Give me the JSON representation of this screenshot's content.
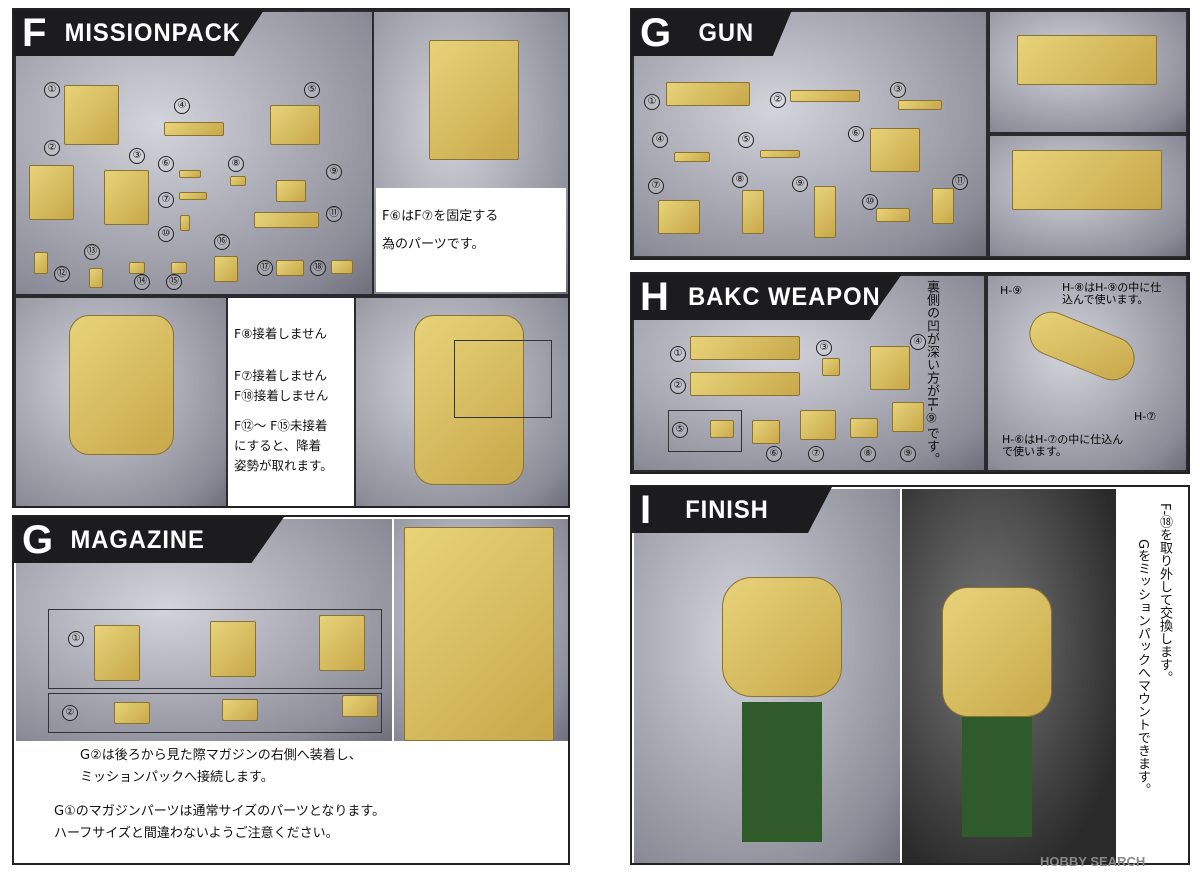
{
  "sections": {
    "f": {
      "letter": "F",
      "title": "MISSIONPACK",
      "parts": [
        "①",
        "②",
        "③",
        "④",
        "⑤",
        "⑥",
        "⑦",
        "⑧",
        "⑨",
        "⑩",
        "⑪",
        "⑫",
        "⑬",
        "⑭",
        "⑮",
        "⑯",
        "⑰",
        "⑱"
      ],
      "caption_top": [
        "F⑥はF⑦を固定する",
        "為のパーツです。"
      ],
      "caption_mid": [
        "F⑧接着しません",
        "F⑦接着しません",
        "F⑱接着しません",
        "F⑫～ F⑮未接着",
        "にすると、降着",
        "姿勢が取れます。"
      ]
    },
    "g_mag": {
      "letter": "G",
      "title": "MAGAZINE",
      "parts": [
        "①",
        "②"
      ],
      "notes": [
        "G②は後ろから見た際マガジンの右側へ装着し、",
        "ミッションパックへ接続します。",
        "G①のマガジンパーツは通常サイズのパーツとなります。",
        "ハーフサイズと間違わないようご注意ください。"
      ]
    },
    "g_gun": {
      "letter": "G",
      "title": "GUN",
      "parts": [
        "①",
        "②",
        "③",
        "④",
        "⑤",
        "⑥",
        "⑦",
        "⑧",
        "⑨",
        "⑩",
        "⑪"
      ]
    },
    "h": {
      "letter": "H",
      "title": "BAKC WEAPON",
      "parts": [
        "①",
        "②",
        "③",
        "④",
        "⑤",
        "⑥",
        "⑦",
        "⑧",
        "⑨"
      ],
      "vertical_note": "裏側の凹が深い方がH-⑨です。",
      "callouts": [
        "H-⑨",
        "H-⑧はH-⑨の中に仕込んで使います。",
        "H-⑦",
        "H-⑥はH-⑦の中に仕込んで使います。"
      ]
    },
    "i": {
      "letter": "I",
      "title": "FINISH",
      "notes": [
        "F-⑱を取り外して交換します。",
        "Gをミッションパックへマウントできます。"
      ]
    }
  },
  "colors": {
    "part_yellow": "#dcc464",
    "panel_dark": "#1c1c1e",
    "armor_green": "#2f5a2a"
  },
  "watermark": "HOBBY SEARCH"
}
